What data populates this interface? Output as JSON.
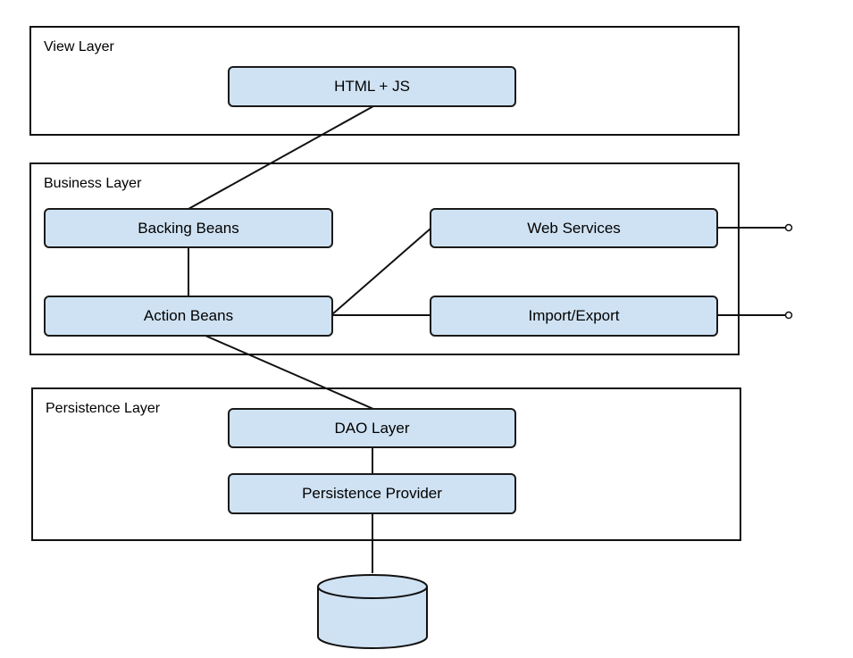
{
  "layers": {
    "view": {
      "title": "View Layer"
    },
    "business": {
      "title": "Business Layer"
    },
    "persistence": {
      "title": "Persistence Layer"
    }
  },
  "components": {
    "html_js": "HTML + JS",
    "backing_beans": "Backing Beans",
    "action_beans": "Action Beans",
    "web_services": "Web Services",
    "import_export": "Import/Export",
    "dao_layer": "DAO Layer",
    "persistence_provider": "Persistence Provider"
  },
  "colors": {
    "component_fill": "#cfe2f3",
    "stroke": "#111111",
    "background": "#ffffff"
  },
  "icons": {
    "database": "database-icon",
    "endpoint": "endpoint-icon"
  }
}
